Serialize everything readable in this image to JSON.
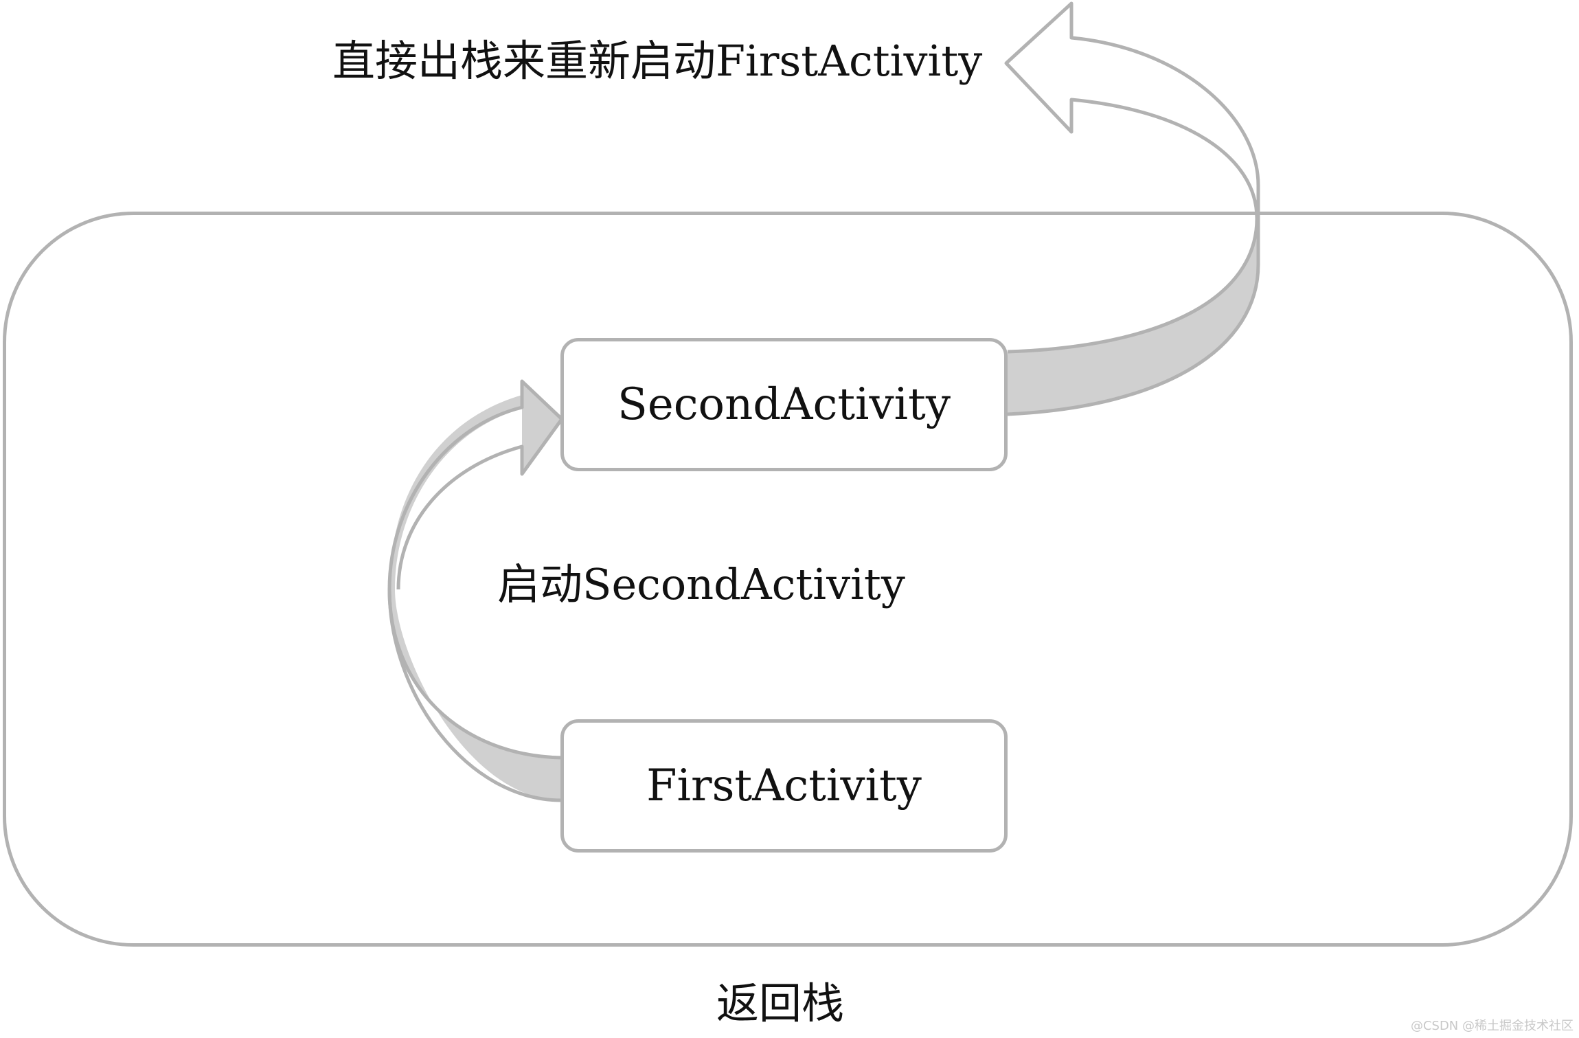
{
  "diagram": {
    "nodes": {
      "second_activity": "SecondActivity",
      "first_activity": "FirstActivity"
    },
    "edges": {
      "start_second": "启动SecondActivity",
      "restart_first": "直接出栈来重新启动FirstActivity"
    },
    "container_label": "返回栈",
    "watermark": "@CSDN @稀土掘金技术社区"
  },
  "colors": {
    "outline": "#b2b2b2",
    "arrow_fill": "#d0d0d0",
    "text": "#111111"
  }
}
